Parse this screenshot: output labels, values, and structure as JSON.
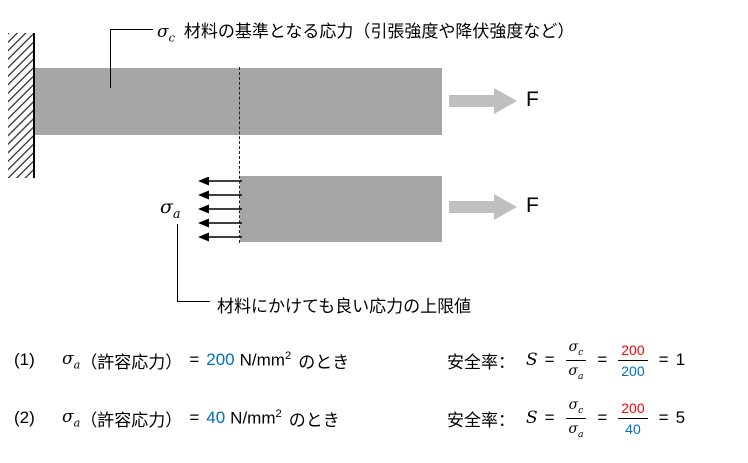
{
  "colors": {
    "bar": "#a6a6a6",
    "arrow": "#bfbfbf",
    "blue": "#0070c0",
    "red": "#ff0000"
  },
  "labels": {
    "sigma_c_symbol": "σ",
    "sigma_c_sub": "c",
    "sigma_c_text": "材料の基準となる応力（引張強度や降伏強度など）",
    "sigma_a_symbol": "σ",
    "sigma_a_sub": "a",
    "sigma_a_text": "材料にかけても良い応力の上限値"
  },
  "forces": {
    "top": "F",
    "bottom": "F"
  },
  "equations": [
    {
      "index": "(1)",
      "sym": "σ",
      "sym_sub": "a",
      "paren": "（許容応力）",
      "eq": "=",
      "value": "200",
      "unit": "N/mm",
      "unit_exp": "2",
      "suffix": "のとき",
      "safety": "安全率：",
      "s": "S",
      "eq1": "=",
      "f1_num": "σ",
      "f1_num_sub": "c",
      "f1_den": "σ",
      "f1_den_sub": "a",
      "eq2": "=",
      "f2_num": "200",
      "f2_den": "200",
      "eq3": "=",
      "result": "1"
    },
    {
      "index": "(2)",
      "sym": "σ",
      "sym_sub": "a",
      "paren": "（許容応力）",
      "eq": "=",
      "value": "40",
      "unit": "N/mm",
      "unit_exp": "2",
      "suffix": "のとき",
      "safety": "安全率：",
      "s": "S",
      "eq1": "=",
      "f1_num": "σ",
      "f1_num_sub": "c",
      "f1_den": "σ",
      "f1_den_sub": "a",
      "eq2": "=",
      "f2_num": "200",
      "f2_den": "40",
      "eq3": "=",
      "result": "5"
    }
  ]
}
